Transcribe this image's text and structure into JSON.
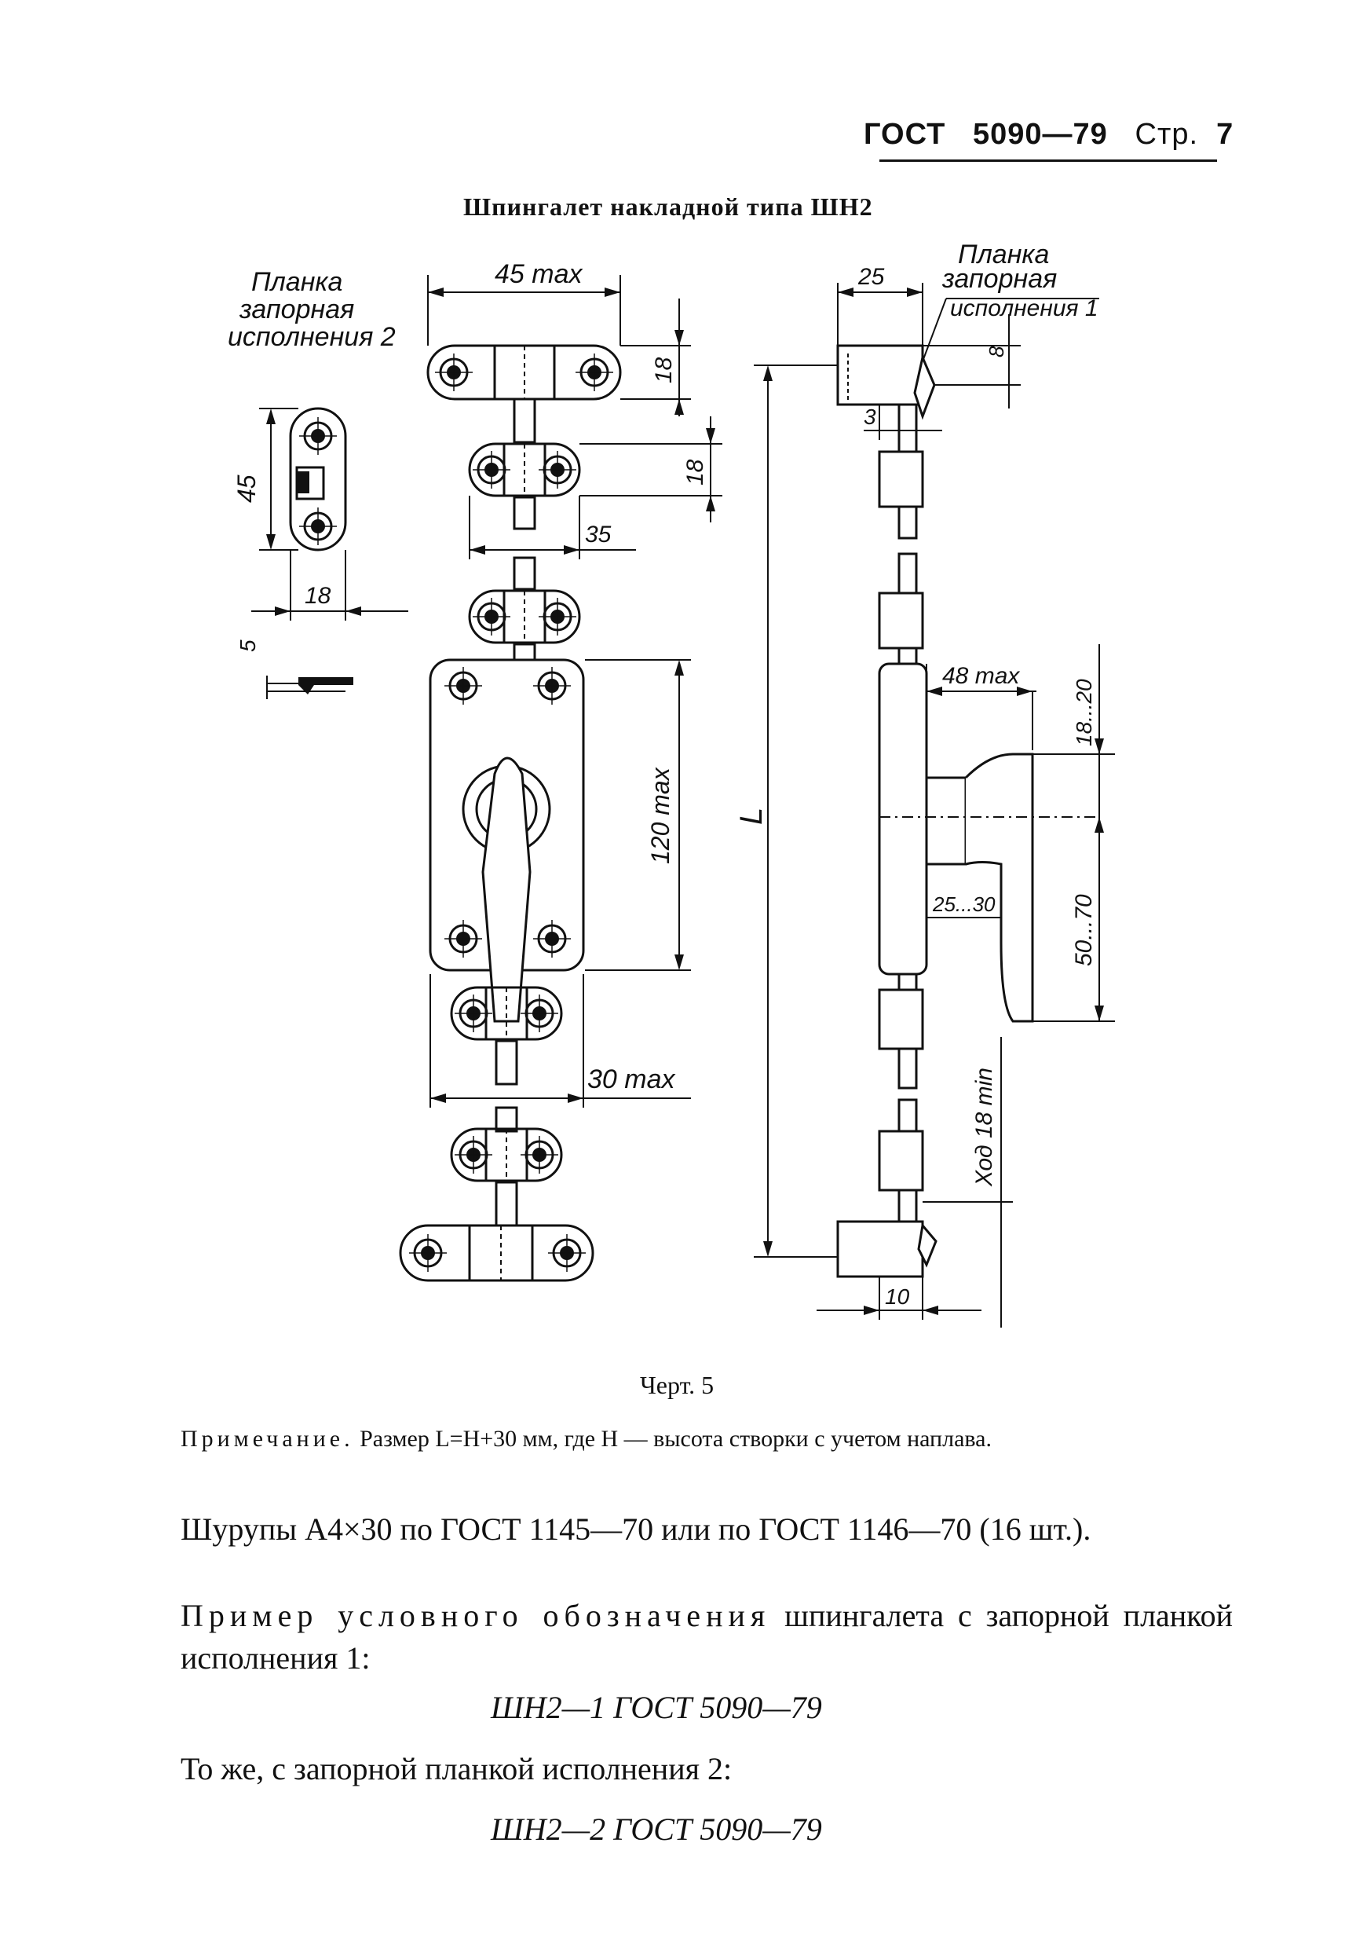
{
  "header": {
    "standard": "ГОСТ",
    "number": "5090—79",
    "page_label": "Стр.",
    "page_number": "7"
  },
  "figure": {
    "title": "Шпингалет накладной типа ШН2",
    "labels": {
      "plate2_line1": "Планка",
      "plate2_line2": "запорная",
      "plate2_line3": "исполнения 2",
      "plate1_line1": "Планка",
      "plate1_line2": "запорная",
      "plate1_line3": "исполнения 1"
    },
    "dimensions": {
      "d_45max": "45 max",
      "d_18_top": "18",
      "d_18_mid": "18",
      "d_35": "35",
      "d_45": "45",
      "d_18_plate": "18",
      "d_5": "5",
      "d_120max": "120 max",
      "d_30max": "30 max",
      "d_25": "25",
      "d_8": "8",
      "d_3": "3",
      "d_L": "L",
      "d_48max": "48 max",
      "d_18_20": "18...20",
      "d_25_30": "25...30",
      "d_50_70": "50...70",
      "d_hod": "Ход 18 min",
      "d_10": "10"
    },
    "caption": "Черт. 5"
  },
  "note": {
    "label": "Примечание.",
    "text": "Размер L=H+30 мм, где H — высота створки с учетом наплава."
  },
  "paragraphs": {
    "screws": "Шурупы А4×30 по ГОСТ  1145—70 или по ГОСТ  1146—70 (16 шт.).",
    "example_lead": "Пример условного обозначения",
    "example_rest": "шпингалета с запорной планкой исполнения 1:",
    "designation1": "ШН2—1 ГОСТ 5090—79",
    "same_with": "То же, с запорной планкой исполнения 2:",
    "designation2": "ШН2—2 ГОСТ 5090—79"
  }
}
